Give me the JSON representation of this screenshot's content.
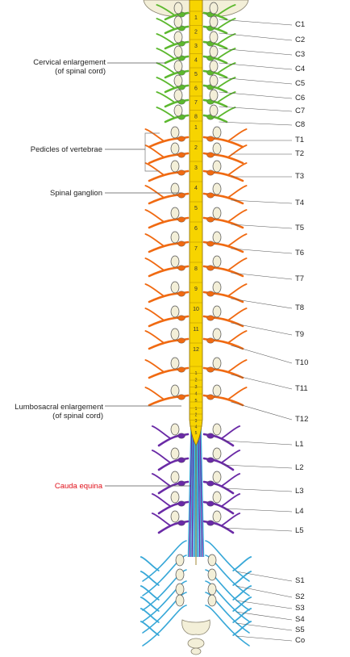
{
  "diagram": {
    "labels": {
      "cervical_enlargement": [
        "Cervical enlargement",
        "(of spinal cord)"
      ],
      "pedicles": "Pedicles of vertebrae",
      "spinal_ganglion": "Spinal ganglion",
      "lumbosacral_enlargement": [
        "Lumbosacral enlargement",
        "(of spinal cord)"
      ],
      "cauda_equina": "Cauda equina"
    },
    "nerves": [
      "C1",
      "C2",
      "C3",
      "C4",
      "C5",
      "C6",
      "C7",
      "C8",
      "T1",
      "T2",
      "T3",
      "T4",
      "T5",
      "T6",
      "T7",
      "T8",
      "T9",
      "T10",
      "T11",
      "T12",
      "L1",
      "L2",
      "L3",
      "L4",
      "L5",
      "S1",
      "S2",
      "S3",
      "S4",
      "S5",
      "Co"
    ],
    "segment_numbers": {
      "cervical": [
        "1",
        "2",
        "3",
        "4",
        "5",
        "6",
        "7",
        "8"
      ],
      "thoracic": [
        "1",
        "2",
        "3",
        "4",
        "5",
        "6",
        "7",
        "8",
        "9",
        "10",
        "11",
        "12"
      ],
      "lumbar": [
        "1",
        "2",
        "3",
        "4",
        "5"
      ],
      "sacral": [
        "1",
        "2",
        "3",
        "4",
        "5"
      ]
    },
    "colors": {
      "cervical": "#5cb82e",
      "thoracic": "#f06a12",
      "lumbar": "#6a2aa6",
      "sacral": "#38a8d8",
      "cord": "#f7d400",
      "callout_red": "#e0101a",
      "bone": "#f3efd8"
    }
  }
}
